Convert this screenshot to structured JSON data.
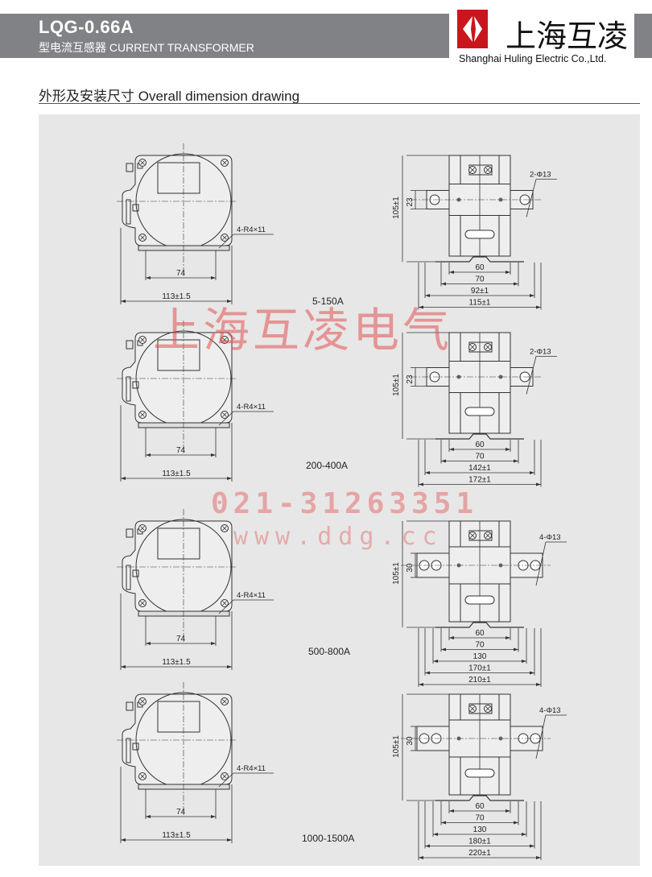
{
  "header": {
    "title": "LQG-0.66A",
    "subtitle": "型电流互感器 CURRENT TRANSFORMER",
    "logo_cn": "上海互凌",
    "logo_en": "Shanghai Huling Electric Co.,Ltd.",
    "brand_color": "#c8161d"
  },
  "section_title": "外形及安装尺寸  Overall dimension drawing",
  "watermarks": {
    "company": "上海互凌电气",
    "phone": "021-31263351",
    "website": "www.ddg.cc"
  },
  "drawings": [
    {
      "range": "5-150A",
      "front": {
        "mount_spacing": "74",
        "width": "113±1.5",
        "slots": "4-R4×11"
      },
      "side": {
        "height": "105±1",
        "bar": "23",
        "holes": "2-Φ13",
        "hole_pairs": 1,
        "dims": [
          "60",
          "70",
          "92±1",
          "115±1"
        ]
      }
    },
    {
      "range": "200-400A",
      "front": {
        "mount_spacing": "74",
        "width": "113±1.5",
        "slots": "4-R4×11"
      },
      "side": {
        "height": "105±1",
        "bar": "23",
        "holes": "2-Φ13",
        "hole_pairs": 1,
        "dims": [
          "60",
          "70",
          "142±1",
          "172±1"
        ]
      }
    },
    {
      "range": "500-800A",
      "front": {
        "mount_spacing": "74",
        "width": "113±1.5",
        "slots": "4-R4×11"
      },
      "side": {
        "height": "105±1",
        "bar": "30",
        "holes": "4-Φ13",
        "hole_pairs": 2,
        "dims": [
          "60",
          "70",
          "130",
          "170±1",
          "210±1"
        ]
      }
    },
    {
      "range": "1000-1500A",
      "front": {
        "mount_spacing": "74",
        "width": "113±1.5",
        "slots": "4-R4×11"
      },
      "side": {
        "height": "105±1",
        "bar": "30",
        "holes": "4-Φ13",
        "hole_pairs": 2,
        "dims": [
          "60",
          "70",
          "130",
          "180±1",
          "220±1"
        ]
      }
    }
  ]
}
